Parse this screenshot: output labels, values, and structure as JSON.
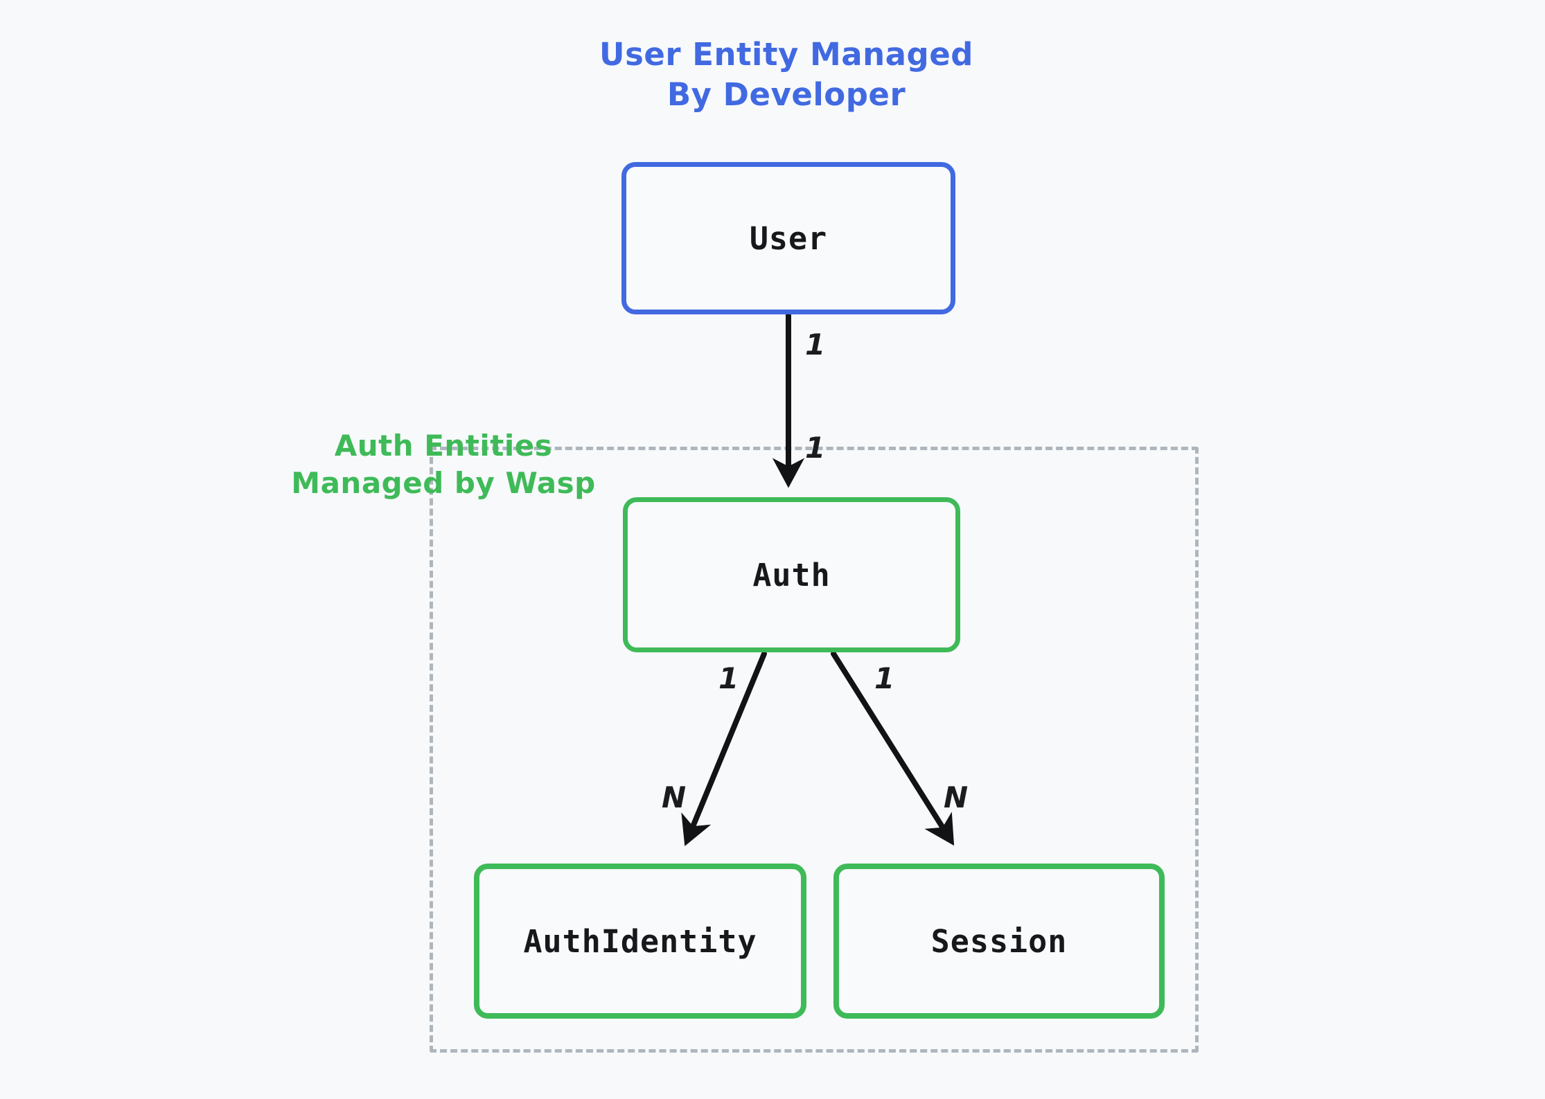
{
  "diagram": {
    "title_user_group": "User Entity Managed\nBy Developer",
    "title_auth_group": "Auth Entities\nManaged by Wasp",
    "colors": {
      "background": "#f7f9fb",
      "user_accent": "#4169e1",
      "auth_accent": "#3fba58",
      "container_border": "#aeb6bd",
      "text": "#16181b"
    },
    "entities": [
      {
        "id": "user",
        "label": "User"
      },
      {
        "id": "auth",
        "label": "Auth"
      },
      {
        "id": "authidentity",
        "label": "AuthIdentity"
      },
      {
        "id": "session",
        "label": "Session"
      }
    ],
    "edges": [
      {
        "id": "user-auth",
        "from": "User",
        "to": "Auth",
        "source_cardinality": "1",
        "target_cardinality": "1"
      },
      {
        "id": "auth-authidentity",
        "from": "Auth",
        "to": "AuthIdentity",
        "source_cardinality": "1",
        "target_cardinality": "N"
      },
      {
        "id": "auth-session",
        "from": "Auth",
        "to": "Session",
        "source_cardinality": "1",
        "target_cardinality": "N"
      }
    ]
  }
}
